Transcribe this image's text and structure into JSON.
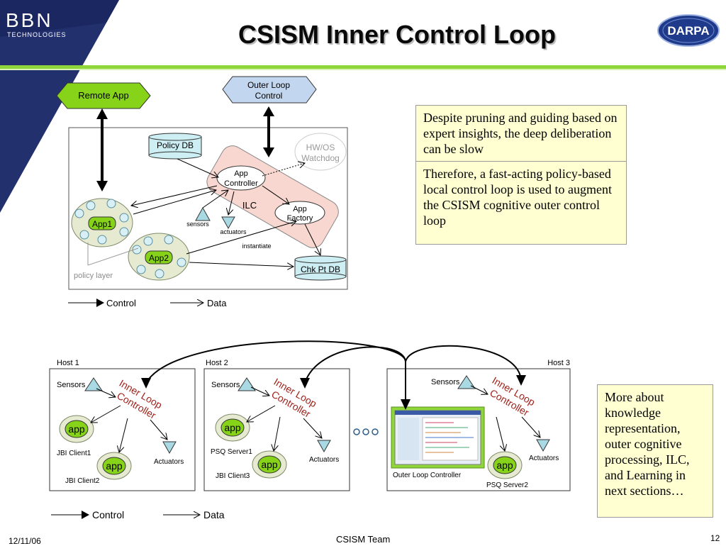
{
  "header": {
    "title": "CSISM Inner Control Loop",
    "bbn_logo_name": "BBN",
    "bbn_logo_sub": "TECHNOLOGIES",
    "darpa_logo": "DARPA"
  },
  "diagram1": {
    "remote_app": "Remote App",
    "outer_loop_control_line1": "Outer Loop",
    "outer_loop_control_line2": "Control",
    "policy_db": "Policy DB",
    "hwos_line1": "HW/OS",
    "hwos_line2": "Watchdog",
    "app_controller_line1": "App",
    "app_controller_line2": "Controller",
    "ilc": "ILC",
    "app_factory_line1": "App",
    "app_factory_line2": "Factory",
    "sensors": "sensors",
    "actuators": "actuators",
    "instantiate": "instantiate",
    "app1": "App1",
    "app2": "App2",
    "policy_layer": "policy layer",
    "chk_pt_db": "Chk Pt DB",
    "legend_control": "Control",
    "legend_data": "Data"
  },
  "diagram2": {
    "host1": "Host 1",
    "host2": "Host 2",
    "host3": "Host 3",
    "sensors": "Sensors",
    "ilc_line1": "Inner Loop",
    "ilc_line2": "Controller",
    "app": "app",
    "actuators": "Actuators",
    "jbi_client1": "JBI Client1",
    "jbi_client2": "JBI Client2",
    "psq_server1": "PSQ Server1",
    "jbi_client3": "JBI Client3",
    "outer_loop_controller": "Outer Loop Controller",
    "psq_server2": "PSQ Server2",
    "legend_control": "Control",
    "legend_data": "Data"
  },
  "notes": {
    "note1_p1": "Despite pruning and guiding based on expert insights, the deep deliberation can be slow",
    "note1_p2": "Therefore, a fast-acting policy-based local control loop is used to augment the CSISM cognitive outer control loop",
    "note2": "More about knowledge representation, outer cognitive processing, ILC, and Learning in next sections…"
  },
  "footer": {
    "date": "12/11/06",
    "team": "CSISM Team",
    "page": "12"
  },
  "colors": {
    "green_accent": "#8fd63a",
    "navy": "#1b2a6b",
    "note_bg": "#ffffd2",
    "db_cyan": "#cdeef3",
    "ilc_pink": "#f7d7d0"
  }
}
